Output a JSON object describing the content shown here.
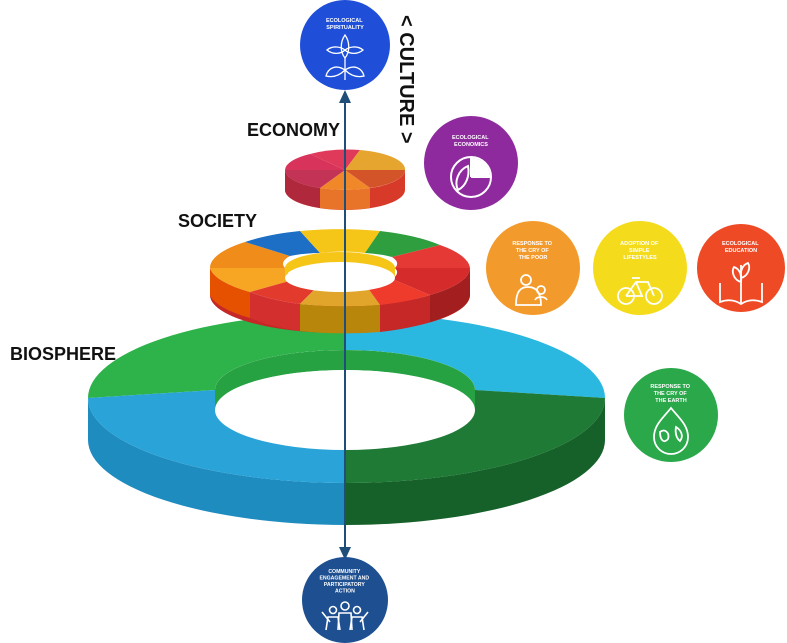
{
  "layers": {
    "economy": "ECONOMY",
    "society": "SOCIETY",
    "biosphere": "BIOSPHERE",
    "culture": "< CULTURE >"
  },
  "goals": {
    "ecological_spirituality": {
      "lines": [
        "ECOLOGICAL",
        "SPIRITUALITY"
      ],
      "color": "#1f4fd8"
    },
    "ecological_economics": {
      "lines": [
        "ECOLOGICAL",
        "ECONOMICS"
      ],
      "color": "#8e2a9e"
    },
    "cry_of_the_poor": {
      "lines": [
        "RESPONSE TO",
        "THE CRY OF",
        "THE POOR"
      ],
      "color": "#f39a2c"
    },
    "simple_lifestyles": {
      "lines": [
        "ADOPTION OF",
        "SIMPLE",
        "LIFESTYLES"
      ],
      "color": "#f4dc1c"
    },
    "ecological_education": {
      "lines": [
        "ECOLOGICAL",
        "EDUCATION"
      ],
      "color": "#ef4a26"
    },
    "cry_of_the_earth": {
      "lines": [
        "RESPONSE TO",
        "THE CRY OF",
        "THE EARTH"
      ],
      "color": "#2aa84a"
    },
    "community_engagement": {
      "lines": [
        "COMMUNITY",
        "ENGAGEMENT AND",
        "PARTICIPATORY",
        "ACTION"
      ],
      "color": "#1d4f91"
    }
  },
  "colors": {
    "axis": "#1f4e79",
    "biosphere_green": "#2db34a",
    "biosphere_blue": "#2aa4d8",
    "biosphere_darkgreen": "#1e7a34"
  }
}
